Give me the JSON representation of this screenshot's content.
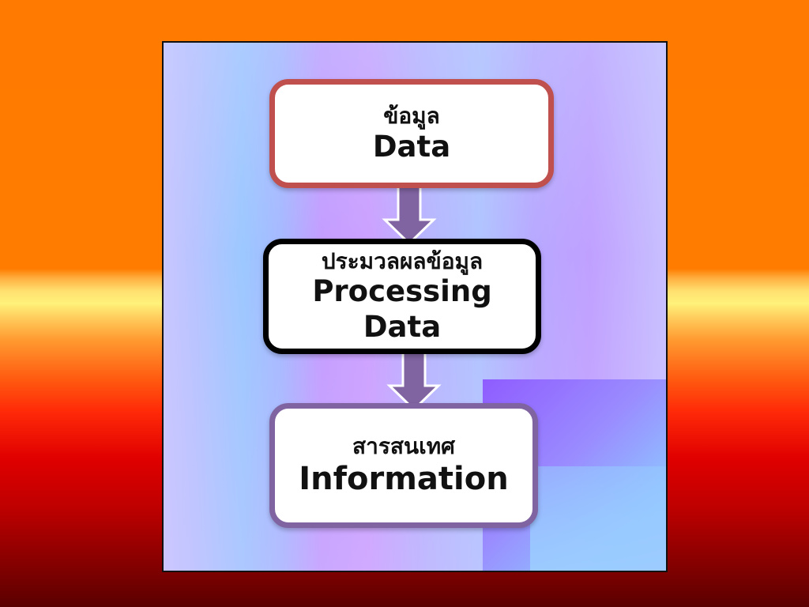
{
  "diagram": {
    "nodes": [
      {
        "id": "data",
        "thai_label": "ข้อมูล",
        "english_label": "Data",
        "border_color": "#c0504d"
      },
      {
        "id": "processing",
        "thai_label": "ประมวลผลข้อมูล",
        "english_label": "Processing Data",
        "border_color": "#000000"
      },
      {
        "id": "information",
        "thai_label": "สารสนเทศ",
        "english_label": "Information",
        "border_color": "#8064a2"
      }
    ],
    "edges": [
      {
        "from": "data",
        "to": "processing"
      },
      {
        "from": "processing",
        "to": "information"
      }
    ],
    "arrow_color": "#8064a2"
  }
}
